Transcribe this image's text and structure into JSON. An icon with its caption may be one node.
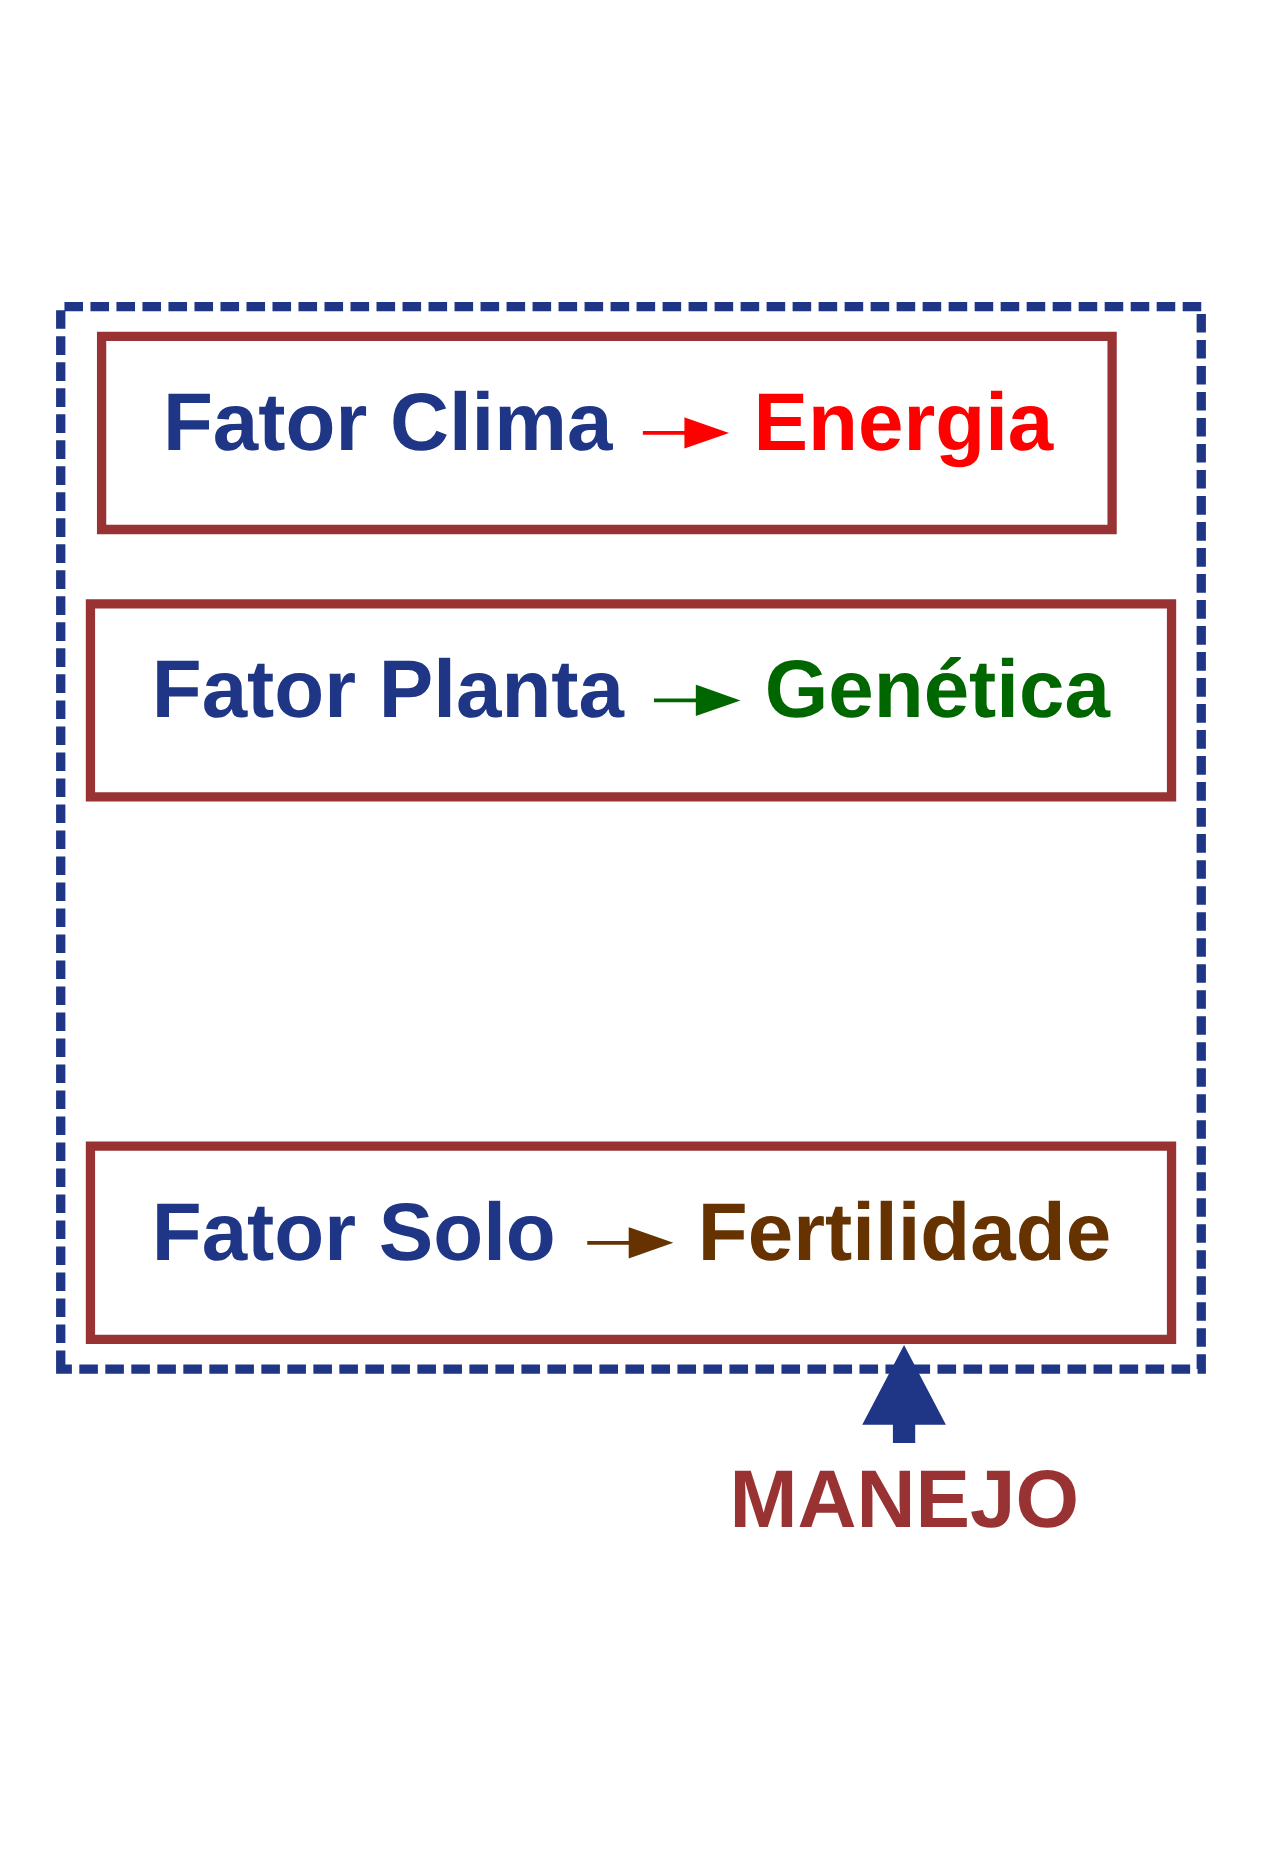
{
  "diagram": {
    "nodes": [
      {
        "text": [],
        "shape": "box"
      },
      {
        "text": [],
        "shape": "box",
        "in": 0
      },
      {
        "text": [
          "Fator Clima"
        ],
        "in": 1
      },
      {
        "text": [
          "Energia"
        ],
        "in": 1
      },
      {
        "text": [],
        "shape": "box",
        "in": 0
      },
      {
        "text": [
          "Fator Planta"
        ],
        "in": 4
      },
      {
        "text": [
          "Genética"
        ],
        "in": 4
      },
      {
        "text": [],
        "shape": "box",
        "in": 0
      },
      {
        "text": [
          "Fator Solo"
        ],
        "in": 7
      },
      {
        "text": [
          "Fertilidade"
        ],
        "in": 7
      },
      {
        "text": [
          "MANEJO"
        ]
      }
    ],
    "edges": [
      {
        "from": 2,
        "to": 3,
        "arrow": "to",
        "color": "#ff0000"
      },
      {
        "from": 5,
        "to": 6,
        "arrow": "to",
        "color": "#006600"
      },
      {
        "from": 8,
        "to": 9,
        "arrow": "to",
        "color": "#663300"
      },
      {
        "from": 10,
        "to": 0,
        "arrow": "to",
        "style": "thick",
        "color": "#1f3585"
      }
    ]
  }
}
